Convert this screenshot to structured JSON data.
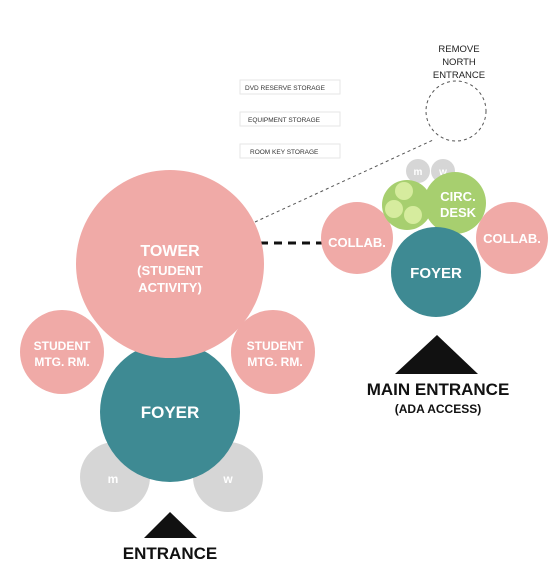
{
  "colors": {
    "pink": "#f0aaa7",
    "teal": "#3e8a93",
    "gray": "#d6d6d6",
    "green": "#a7cf6f",
    "light_green": "#d6ec9e",
    "black": "#111111",
    "white": "#ffffff"
  },
  "labels": {
    "remove": [
      "REMOVE",
      "NORTH",
      "ENTRANCE"
    ],
    "storage": [
      "DVD RESERVE STORAGE",
      "EQUIPMENT STORAGE",
      "ROOM KEY STORAGE"
    ],
    "tower": [
      "TOWER",
      "(STUDENT",
      "ACTIVITY)"
    ],
    "student_left": [
      "STUDENT",
      "MTG. RM."
    ],
    "student_right": [
      "STUDENT",
      "MTG. RM."
    ],
    "foyer_left": "FOYER",
    "restroom_m": "m",
    "restroom_w": "w",
    "entrance": "ENTRANCE",
    "collab_left": "COLLAB.",
    "collab_right": "COLLAB.",
    "circ_desk": [
      "CIRC.",
      "DESK"
    ],
    "foyer_right": "FOYER",
    "main_entrance": "MAIN ENTRANCE",
    "ada": "(ADA ACCESS)",
    "small_m": "m",
    "small_w": "w"
  }
}
